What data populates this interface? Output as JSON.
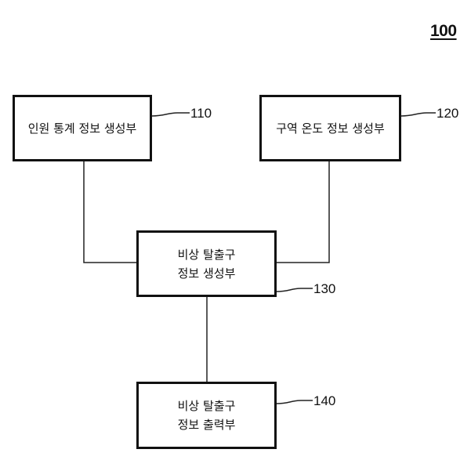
{
  "figure_number": "100",
  "blocks": {
    "b110": {
      "line1": "인원 통계 정보 생성부",
      "ref": "110"
    },
    "b120": {
      "line1": "구역 온도 정보 생성부",
      "ref": "120"
    },
    "b130": {
      "line1": "비상 탈출구",
      "line2": "정보 생성부",
      "ref": "130"
    },
    "b140": {
      "line1": "비상 탈출구",
      "line2": "정보 출력부",
      "ref": "140"
    }
  }
}
